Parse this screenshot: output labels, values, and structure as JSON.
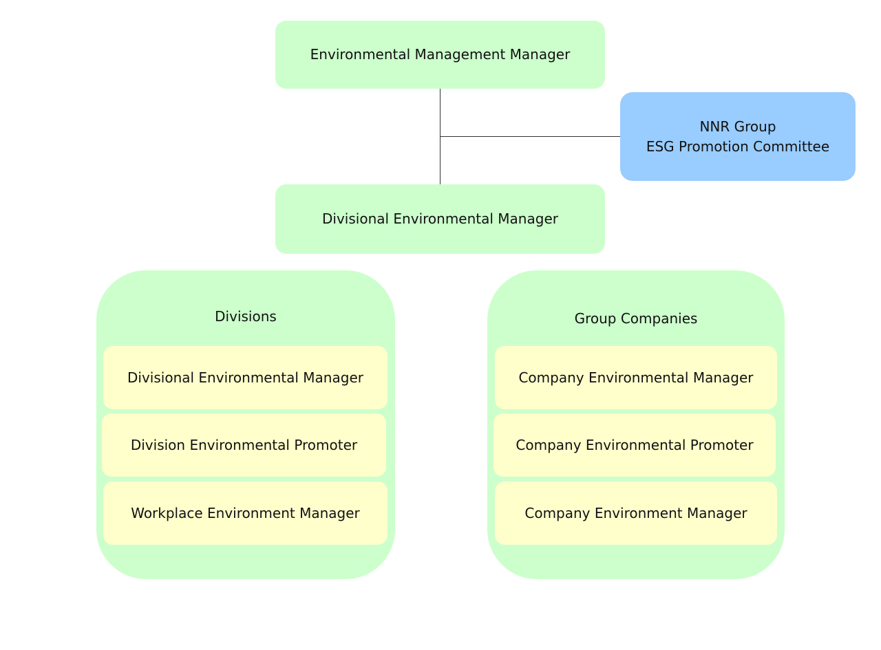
{
  "diagram": {
    "top_node": {
      "label": "Environmental Management Manager"
    },
    "esg_node": {
      "line1": "NNR Group",
      "line2": "ESG Promotion Committee"
    },
    "divisional_manager_node": {
      "label": "Divisional Environmental Manager"
    },
    "groups": [
      {
        "title": "Divisions",
        "items": [
          {
            "label": "Divisional Environmental Manager"
          },
          {
            "label": "Division Environmental Promoter"
          },
          {
            "label": "Workplace Environment Manager"
          }
        ]
      },
      {
        "title": "Group Companies",
        "items": [
          {
            "label": "Company Environmental Manager"
          },
          {
            "label": "Company Environmental Promoter"
          },
          {
            "label": "Company Environment Manager"
          }
        ]
      }
    ],
    "colors": {
      "green_box": "#ccffcc",
      "yellow_box": "#ffffcc",
      "blue_box": "#99ccff",
      "connector": "#333333"
    }
  }
}
